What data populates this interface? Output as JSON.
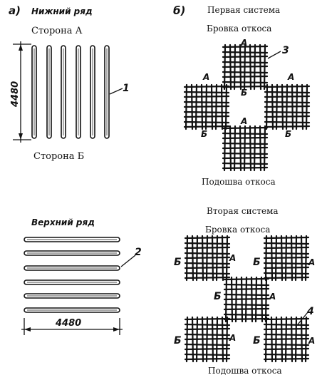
{
  "part_a": {
    "marker": "а)",
    "lower_row": {
      "title": "Нижний ряд",
      "side_top": "Сторона А",
      "side_bottom": "Сторона Б",
      "dimension": "4480",
      "callout": "1"
    },
    "upper_row": {
      "title": "Верхний ряд",
      "dimension": "4480",
      "callout": "2"
    }
  },
  "part_b": {
    "marker": "б)",
    "first_system": {
      "title": "Первая система",
      "top_label": "Бровка откоса",
      "bottom_label": "Подошва откоса",
      "callout": "3",
      "mesh_labels": {
        "top_a": "А",
        "left_a": "А",
        "right_a": "А",
        "center_b": "Б",
        "center_a": "А",
        "left_b": "Б",
        "right_b": "Б"
      }
    },
    "second_system": {
      "title": "Вторая система",
      "top_label": "Бровка откоса",
      "bottom_label": "Подошва откоса",
      "callout": "4",
      "mesh_labels": {
        "tl_b": "Б",
        "tl_a": "А",
        "tr_b": "Б",
        "tr_a": "А",
        "mid_b": "Б",
        "mid_a": "А",
        "bl_b": "Б",
        "bl_a": "А",
        "br_b": "Б",
        "br_a": "А"
      }
    }
  }
}
